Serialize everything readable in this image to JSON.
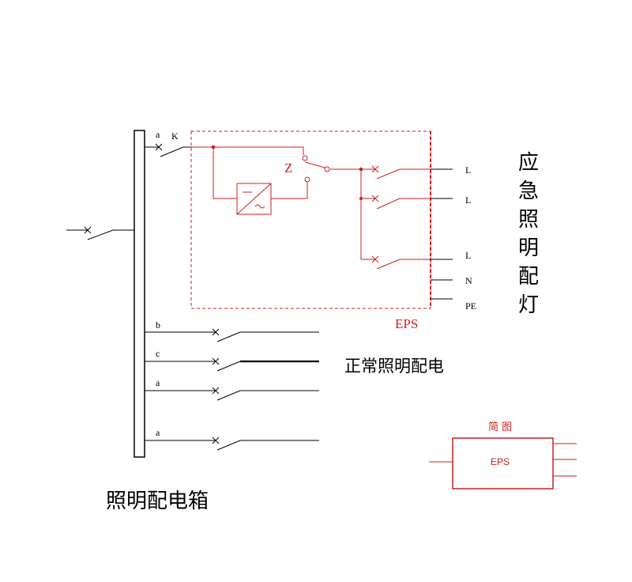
{
  "labels": {
    "bus_a_top": "a",
    "k": "K",
    "z": "Z",
    "out_l1": "L",
    "out_l2": "L",
    "out_l3": "L",
    "out_n": "N",
    "out_pe": "PE",
    "eps_box": "EPS",
    "b": "b",
    "c": "c",
    "a2": "a",
    "a3": "a",
    "normal_lighting": "正常照明配电",
    "panel_title": "照明配电箱",
    "simple_title": "简 图",
    "simple_eps": "EPS"
  },
  "side_title_chars": [
    "应",
    "急",
    "照",
    "明",
    "配",
    "灯"
  ],
  "colors": {
    "line": "#000000",
    "eps": "#cc1f1f"
  }
}
